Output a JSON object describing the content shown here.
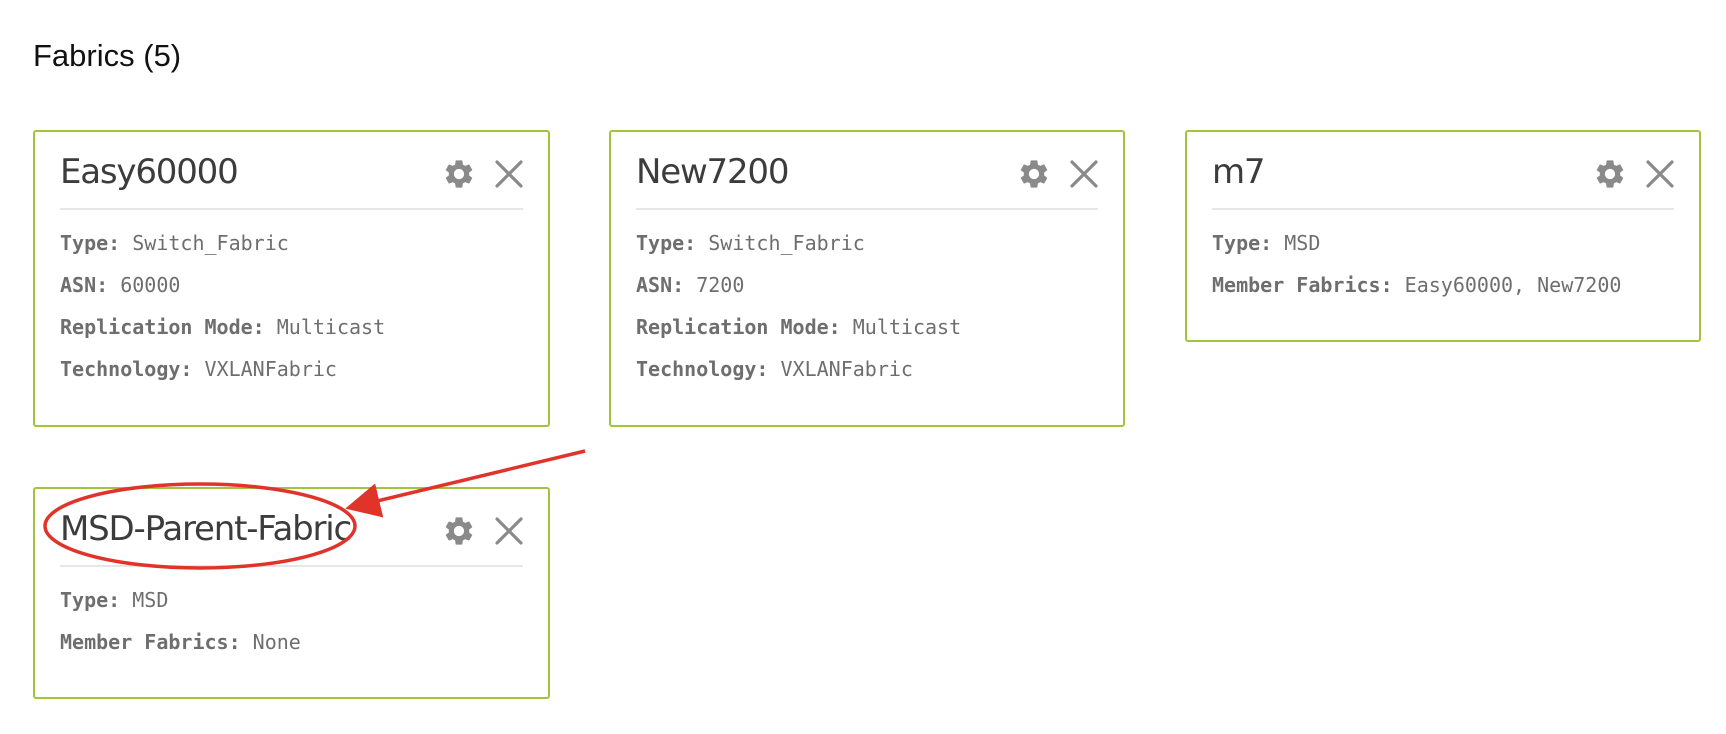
{
  "page": {
    "title": "Fabrics (5)"
  },
  "colors": {
    "card_border": "#a2c33c",
    "icon": "#8a8a8a",
    "annotation": "#e0332a"
  },
  "icons": {
    "settings": "gear-icon",
    "delete": "close-icon"
  },
  "fabrics": [
    {
      "name": "Easy60000",
      "properties": [
        {
          "label": "Type:",
          "value": "Switch_Fabric"
        },
        {
          "label": "ASN:",
          "value": "60000"
        },
        {
          "label": "Replication Mode:",
          "value": "Multicast"
        },
        {
          "label": "Technology:",
          "value": "VXLANFabric"
        }
      ]
    },
    {
      "name": "New7200",
      "properties": [
        {
          "label": "Type:",
          "value": "Switch_Fabric"
        },
        {
          "label": "ASN:",
          "value": "7200"
        },
        {
          "label": "Replication Mode:",
          "value": "Multicast"
        },
        {
          "label": "Technology:",
          "value": "VXLANFabric"
        }
      ]
    },
    {
      "name": "m7",
      "properties": [
        {
          "label": "Type:",
          "value": "MSD"
        },
        {
          "label": "Member Fabrics:",
          "value": "Easy60000, New7200"
        }
      ]
    },
    {
      "name": "MSD-Parent-Fabric",
      "properties": [
        {
          "label": "Type:",
          "value": "MSD"
        },
        {
          "label": "Member Fabrics:",
          "value": "None"
        }
      ]
    }
  ]
}
